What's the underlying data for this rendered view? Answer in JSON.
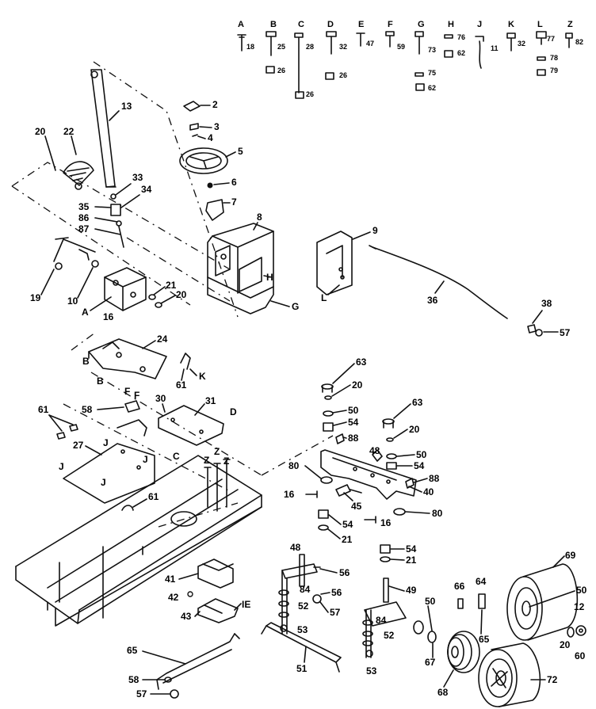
{
  "hardware_key": [
    {
      "letter": "A",
      "parts": [
        "18"
      ]
    },
    {
      "letter": "B",
      "parts": [
        "25",
        "26"
      ]
    },
    {
      "letter": "C",
      "parts": [
        "28",
        "26"
      ]
    },
    {
      "letter": "D",
      "parts": [
        "32",
        "26"
      ]
    },
    {
      "letter": "E",
      "parts": [
        "47"
      ]
    },
    {
      "letter": "F",
      "parts": [
        "59"
      ]
    },
    {
      "letter": "G",
      "parts": [
        "73",
        "75",
        "62"
      ]
    },
    {
      "letter": "H",
      "parts": [
        "76",
        "62"
      ]
    },
    {
      "letter": "J",
      "parts": [
        "11"
      ]
    },
    {
      "letter": "K",
      "parts": [
        "32"
      ]
    },
    {
      "letter": "L",
      "parts": [
        "77",
        "78",
        "79"
      ]
    },
    {
      "letter": "Z",
      "parts": [
        "82"
      ]
    }
  ],
  "callouts": {
    "c2": "2",
    "c3": "3",
    "c4": "4",
    "c5": "5",
    "c6": "6",
    "c7": "7",
    "c8": "8",
    "c9": "9",
    "c13": "13",
    "c20a": "20",
    "c22": "22",
    "c33": "33",
    "c34": "34",
    "c35": "35",
    "c86": "86",
    "c87": "87",
    "c19": "19",
    "c10": "10",
    "c16a": "16",
    "c21a": "21",
    "c20b": "20",
    "cH": "H",
    "cG": "G",
    "cL": "L",
    "c36": "36",
    "c38": "38",
    "c57a": "57",
    "c24": "24",
    "c61a": "61",
    "cK": "K",
    "c63a": "63",
    "c20c": "20",
    "c50a": "50",
    "c54a": "54",
    "c88a": "88",
    "c63b": "63",
    "c20d": "20",
    "c48a": "48",
    "c50b": "50",
    "c54b": "54",
    "c88b": "88",
    "c80a": "80",
    "c16b": "16",
    "c45": "45",
    "c40": "40",
    "c80b": "80",
    "c54c": "54",
    "c16c": "16",
    "c21b": "21",
    "c54d": "54",
    "c21c": "21",
    "c58a": "58",
    "c61b": "61",
    "c30": "30",
    "c31": "31",
    "c27": "27",
    "cC": "C",
    "c61c": "61",
    "c41": "41",
    "c42": "42",
    "c43": "43",
    "cIE": "IE",
    "c48b": "48",
    "c56a": "56",
    "c84a": "84",
    "c52a": "52",
    "c56b": "56",
    "c57b": "57",
    "c53a": "53",
    "c49": "49",
    "c84b": "84",
    "c52b": "52",
    "c53b": "53",
    "c51": "51",
    "c65": "65",
    "c58b": "58",
    "c57c": "57",
    "c50c": "50",
    "c67": "67",
    "c66": "66",
    "c64": "64",
    "c65b": "65",
    "c68": "68",
    "c69": "69",
    "c50d": "50",
    "c12": "12",
    "c20e": "20",
    "c60": "60",
    "c72": "72"
  },
  "sub_letters": {
    "A": "A",
    "B1": "B",
    "B2": "B",
    "F1": "F",
    "F2": "F",
    "D": "D",
    "J1": "J",
    "J2": "J",
    "J3": "J",
    "J4": "J",
    "Z1": "Z",
    "Z2": "Z",
    "Z3": "Z"
  }
}
